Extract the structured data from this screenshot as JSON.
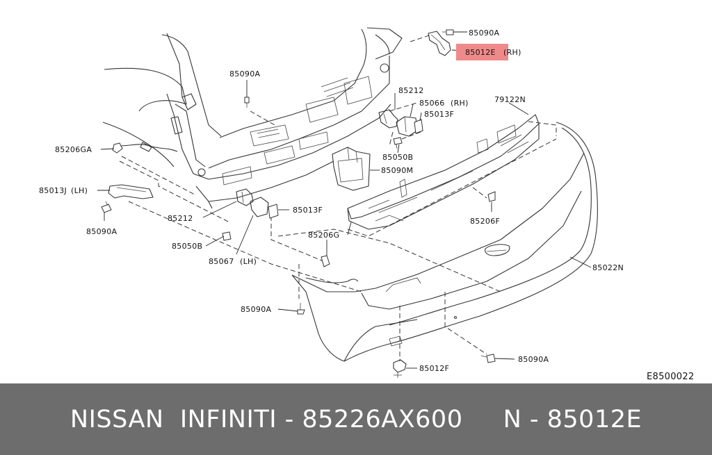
{
  "labels": {
    "p85090a_top": "85090A",
    "p85012e": "85012E",
    "p85012e_side": "(RH)",
    "p85090a_upper": "85090A",
    "p85212_upper": "85212",
    "p85066": "85066",
    "p85066_side": "(RH)",
    "p85013f_upper": "85013F",
    "p79122n": "79122N",
    "p85206ga": "85206GA",
    "p85013j": "85013J",
    "p85013j_side": "(LH)",
    "p85090a_left": "85090A",
    "p85050b_upper": "85050B",
    "p85090m": "85090M",
    "p85212_lower": "85212",
    "p85013f_lower": "85013F",
    "p85050b_lower": "85050B",
    "p85067": "85067",
    "p85067_side": "(LH)",
    "p85206g": "85206G",
    "p85206f": "85206F",
    "p85022n": "85022N",
    "p85090a_mid": "85090A",
    "p85012f": "85012F",
    "p85090a_bottom": "85090A",
    "diagram_code": "E8500022"
  },
  "footer": {
    "title": "NISSAN  INFINITI - 85226AX600     N - 85012E"
  },
  "colors": {
    "highlight": "#ef8a8a",
    "footer_bg": "#6d6d6d",
    "line": "#333333"
  }
}
